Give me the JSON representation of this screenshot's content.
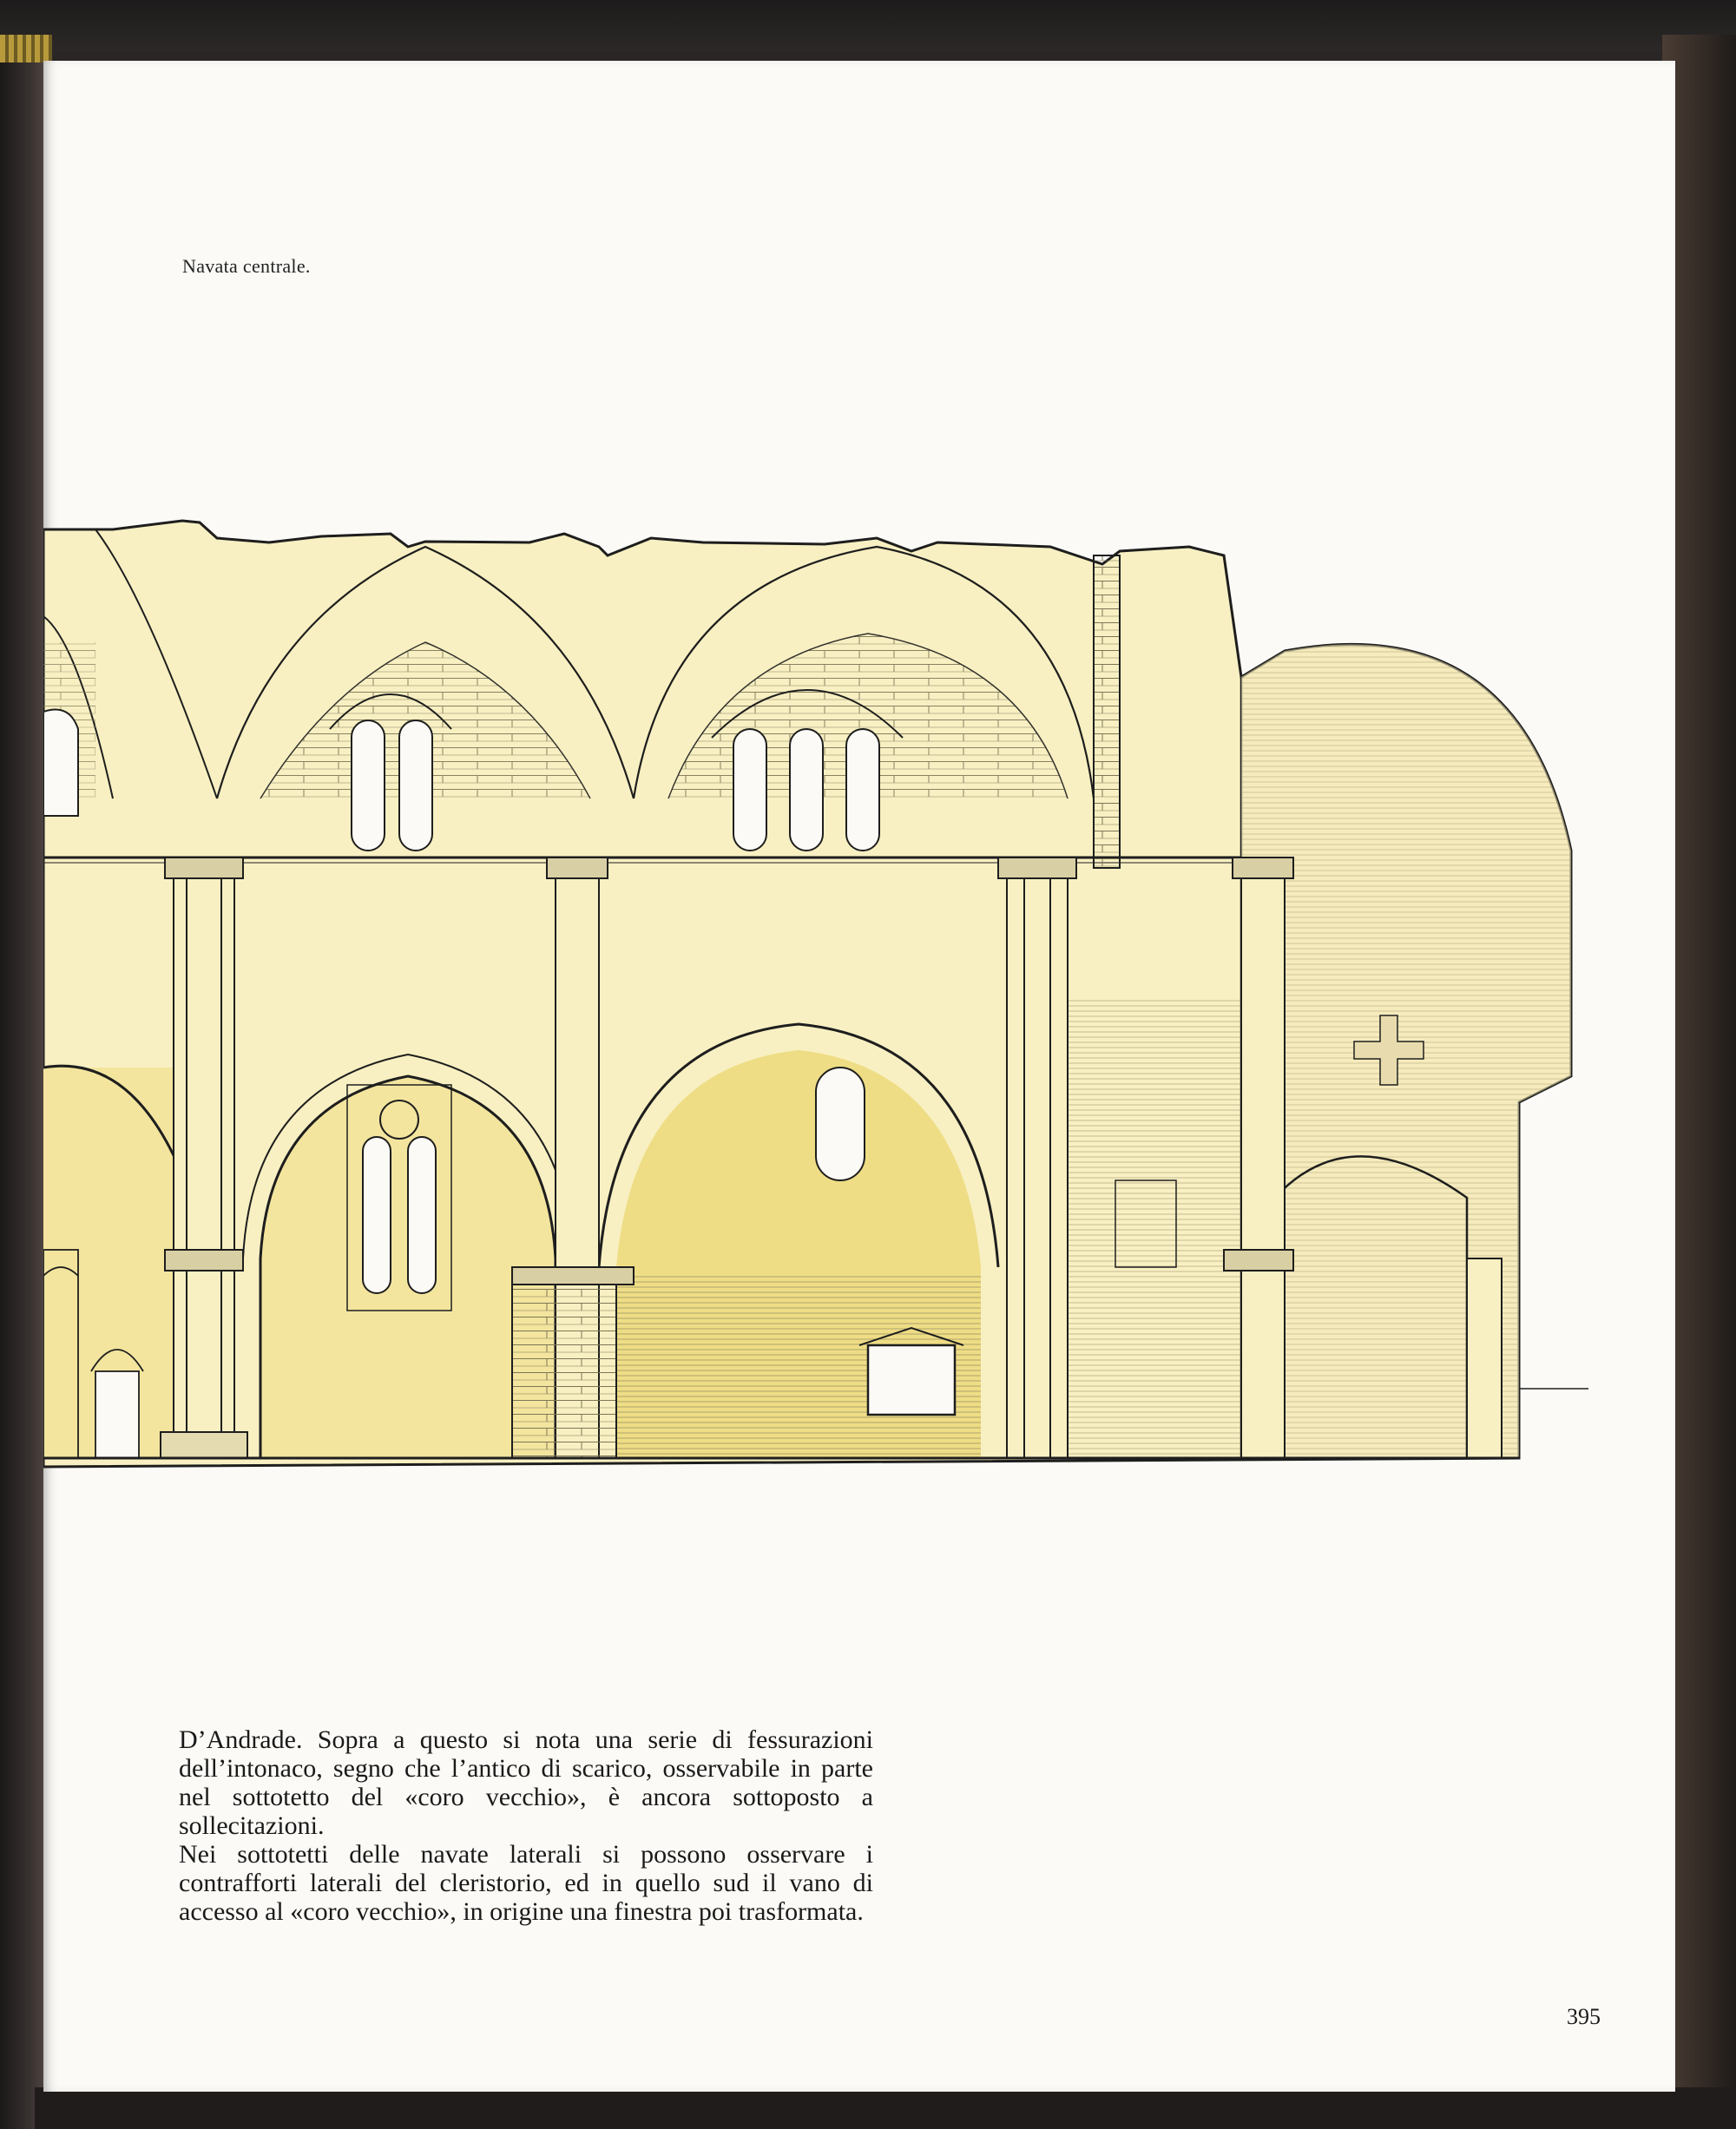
{
  "caption": "Navata centrale.",
  "paragraphs": [
    "D’Andrade. Sopra a questo si nota una serie di fessurazioni dell’intonaco, segno che l’antico di scarico, osservabile in parte nel sottotetto del «coro vecchio», è ancora sottoposto a sollecitazioni.",
    "Nei sottotetti delle navate laterali si possono osservare i contrafforti laterali del cleristorio, ed in quello sud il vano di accesso al «coro vecchio», in origine una finestra poi trasformata."
  ],
  "page_number": "395",
  "colors": {
    "page": "#fbfaf6",
    "wall_light": "#f8f0c2",
    "wall_medium": "#f3e59e",
    "wall_dark": "#eedd85",
    "ink": "#1e1e1e"
  }
}
